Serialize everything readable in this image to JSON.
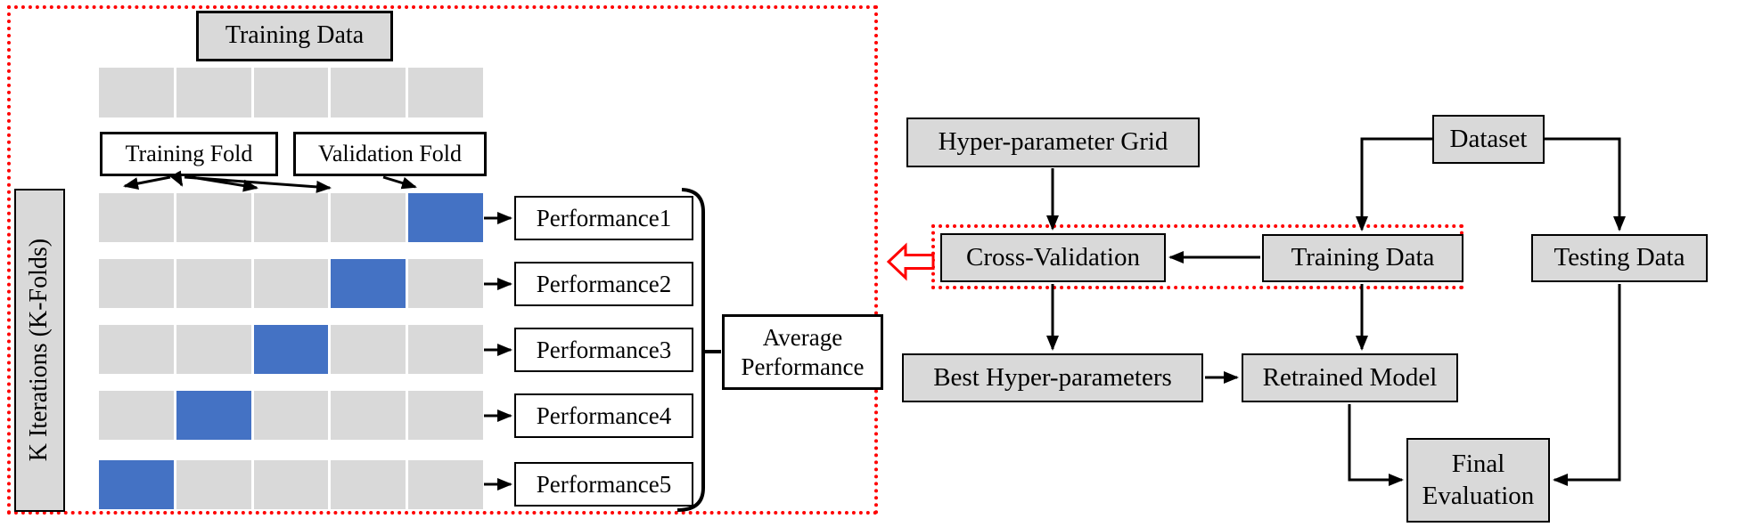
{
  "figure": {
    "description_left_panel_title": "K-fold cross-validation panel",
    "left_panel": {
      "training_data_label": "Training Data",
      "training_fold_label": "Training Fold",
      "validation_fold_label": "Validation Fold",
      "k_iterations_label": "K Iterations (K-Folds)",
      "cells_per_row": 5,
      "iterations": [
        {
          "performance_label": "Performance1",
          "validation_cell_index": 4
        },
        {
          "performance_label": "Performance2",
          "validation_cell_index": 3
        },
        {
          "performance_label": "Performance3",
          "validation_cell_index": 2
        },
        {
          "performance_label": "Performance4",
          "validation_cell_index": 1
        },
        {
          "performance_label": "Performance5",
          "validation_cell_index": 0
        }
      ],
      "average_performance_label": "Average Performance"
    },
    "flowchart": {
      "hyperparameter_grid_label": "Hyper-parameter Grid",
      "cross_validation_label": "Cross-Validation",
      "training_data_label": "Training Data",
      "dataset_label": "Dataset",
      "testing_data_label": "Testing Data",
      "best_hyperparameters_label": "Best Hyper-parameters",
      "retrained_model_label": "Retrained Model",
      "final_evaluation_label": "Final Evaluation"
    },
    "colors": {
      "box_fill_gray": "#d9d9d9",
      "validation_blue": "#4472c4",
      "accent_red": "#ff0000",
      "line_black": "#000000"
    }
  }
}
